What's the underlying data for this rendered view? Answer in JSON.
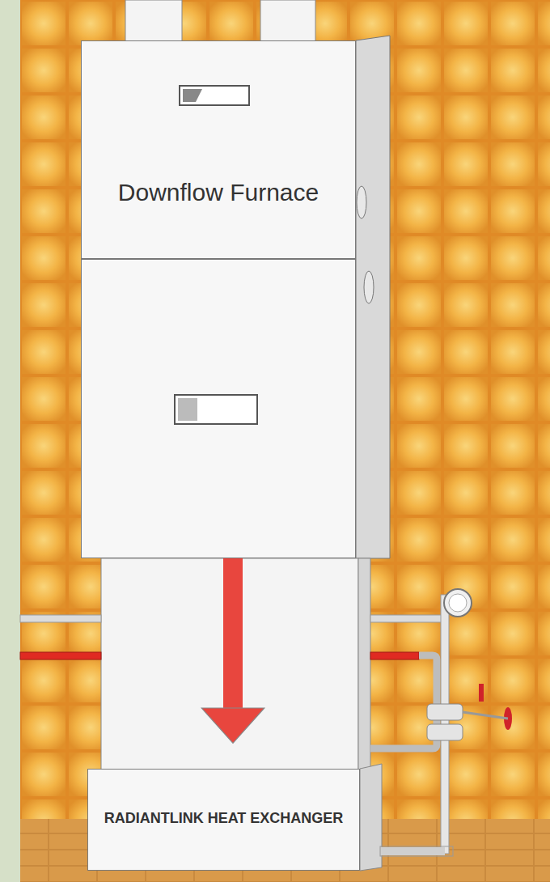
{
  "diagram": {
    "nodes": [
      {
        "text": [
          "Downflow Furnace"
        ]
      },
      {
        "text": [
          "RADIANTLINK HEAT EXCHANGER"
        ]
      }
    ],
    "edges": [
      {
        "from": 0,
        "to": 1,
        "arrow": "to"
      }
    ]
  }
}
